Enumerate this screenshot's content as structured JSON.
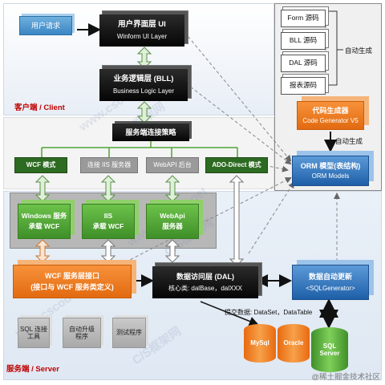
{
  "client_label": "客户端 / Client",
  "server_label": "服务端 / Server",
  "user_request": "用户请求",
  "ui_layer": {
    "title": "用户界面层 UI",
    "subtitle": "Winform UI Layer"
  },
  "bll_layer": {
    "title": "业务逻辑层 (BLL)",
    "subtitle": "Business Logic Layer"
  },
  "strategy": "服务端连接策略",
  "protocols": [
    "WCF 模式",
    "连接 IIS 服务器",
    "WebAPI 后台",
    "ADO-Direct 模式"
  ],
  "hosts": [
    {
      "line1": "Windows 服务",
      "line2": "承载 WCF"
    },
    {
      "line1": "IIS",
      "line2": "承载 WCF"
    },
    {
      "line1": "WebApi",
      "line2": "服务器"
    }
  ],
  "wcf_interface": {
    "line1": "WCF 服务层接口",
    "line2": "(接口与 WCF 服务类定义)"
  },
  "dal": {
    "title": "数据访问层 (DAL)",
    "subtitle": "核心类: dalBase，dalXXX"
  },
  "auto_update": {
    "title": "数据自动更新",
    "subtitle": "<SQLGenerator>"
  },
  "submit_data": "提交数据: DataSet，DataTable",
  "tools": [
    "SQL 连接\n工具",
    "自动升级\n程序",
    "测试程序"
  ],
  "databases": [
    "MySql",
    "Oracle",
    "SQL\nServer"
  ],
  "source_pages": [
    "Form 源码",
    "BLL 源码",
    "DAL 源码",
    "报表源码"
  ],
  "auto_gen": "自动生成",
  "code_generator": {
    "title": "代码生成器",
    "subtitle": "Code Generator V5"
  },
  "auto_gen2": "自动生成",
  "orm": {
    "title": "ORM 模型(表结构)",
    "subtitle": "ORM Models"
  },
  "footer": "@稀土掘金技术社区",
  "watermarks": [
    "www.cscode.net",
    "C/S框架网",
    "www.cscode.net",
    "C/S框架网",
    "www.cscode.net",
    "C/S框架网"
  ],
  "colors": {
    "green": "#4fa335",
    "orange": "#ec7a1c",
    "blue": "#2a6cb6",
    "black": "#111111",
    "red_label": "#c00000"
  }
}
